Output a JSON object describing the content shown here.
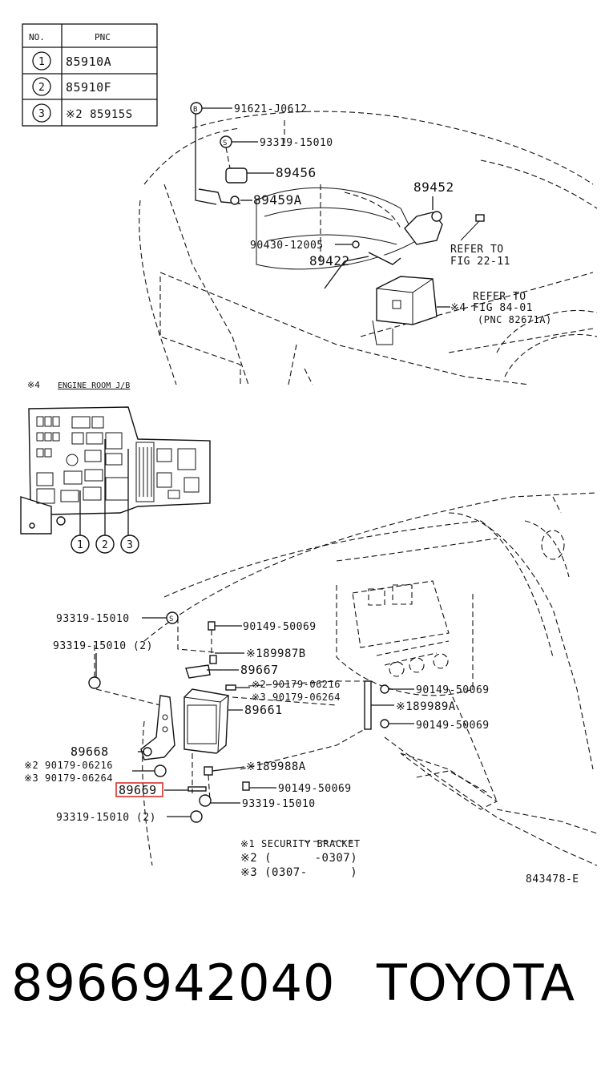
{
  "table": {
    "headers": [
      "NO.",
      "PNC"
    ],
    "rows": [
      {
        "no": "1",
        "pnc": "85910A"
      },
      {
        "no": "2",
        "pnc": "85910F"
      },
      {
        "no": "3",
        "pnc": "※2 85915S"
      }
    ]
  },
  "callouts_top": {
    "c1": "91621-J0612",
    "c2": "93319-15010",
    "c3": "89456",
    "c4": "89459A",
    "c5": "89452",
    "c6": "90430-12005",
    "c7": "89422",
    "refer1_a": "REFER TO",
    "refer1_b": "FIG 22-11",
    "refer2_a": "REFER TO",
    "refer2_b": "※4 FIG 84-01",
    "refer2_c": "(PNC 82671A)",
    "mark_b": "B",
    "mark_s": "S"
  },
  "jb": {
    "title_mark": "※4",
    "title": "ENGINE ROOM J/B",
    "n1": "1",
    "n2": "2",
    "n3": "3"
  },
  "callouts_bottom": {
    "l1": "93319-15010",
    "l2": "93319-15010 (2)",
    "l3": "89668",
    "l4": "※2 90179-06216",
    "l5": "※3 90179-06264",
    "l6": "89669",
    "l7": "93319-15010 (2)",
    "r1": "90149-50069",
    "r2": "※189987B",
    "r3": "89667",
    "r4": "※2 90179-06216",
    "r5": "※3 90179-06264",
    "r6": "89661",
    "r7": "90149-50069",
    "r8": "※189989A",
    "r9": "90149-50069",
    "r10": "※189988A",
    "r11": "90149-50069",
    "r12": "93319-15010",
    "mark_s": "S"
  },
  "notes": {
    "n1": "※1 SECURITY BRACKET",
    "n2": "※2 (      -0307)",
    "n3": "※3 (0307-      )"
  },
  "figure_id": "843478-E",
  "footer": {
    "part_number": "8966942040",
    "brand": "TOYOTA"
  },
  "colors": {
    "highlight": "#d9302c",
    "ink": "#111111"
  }
}
